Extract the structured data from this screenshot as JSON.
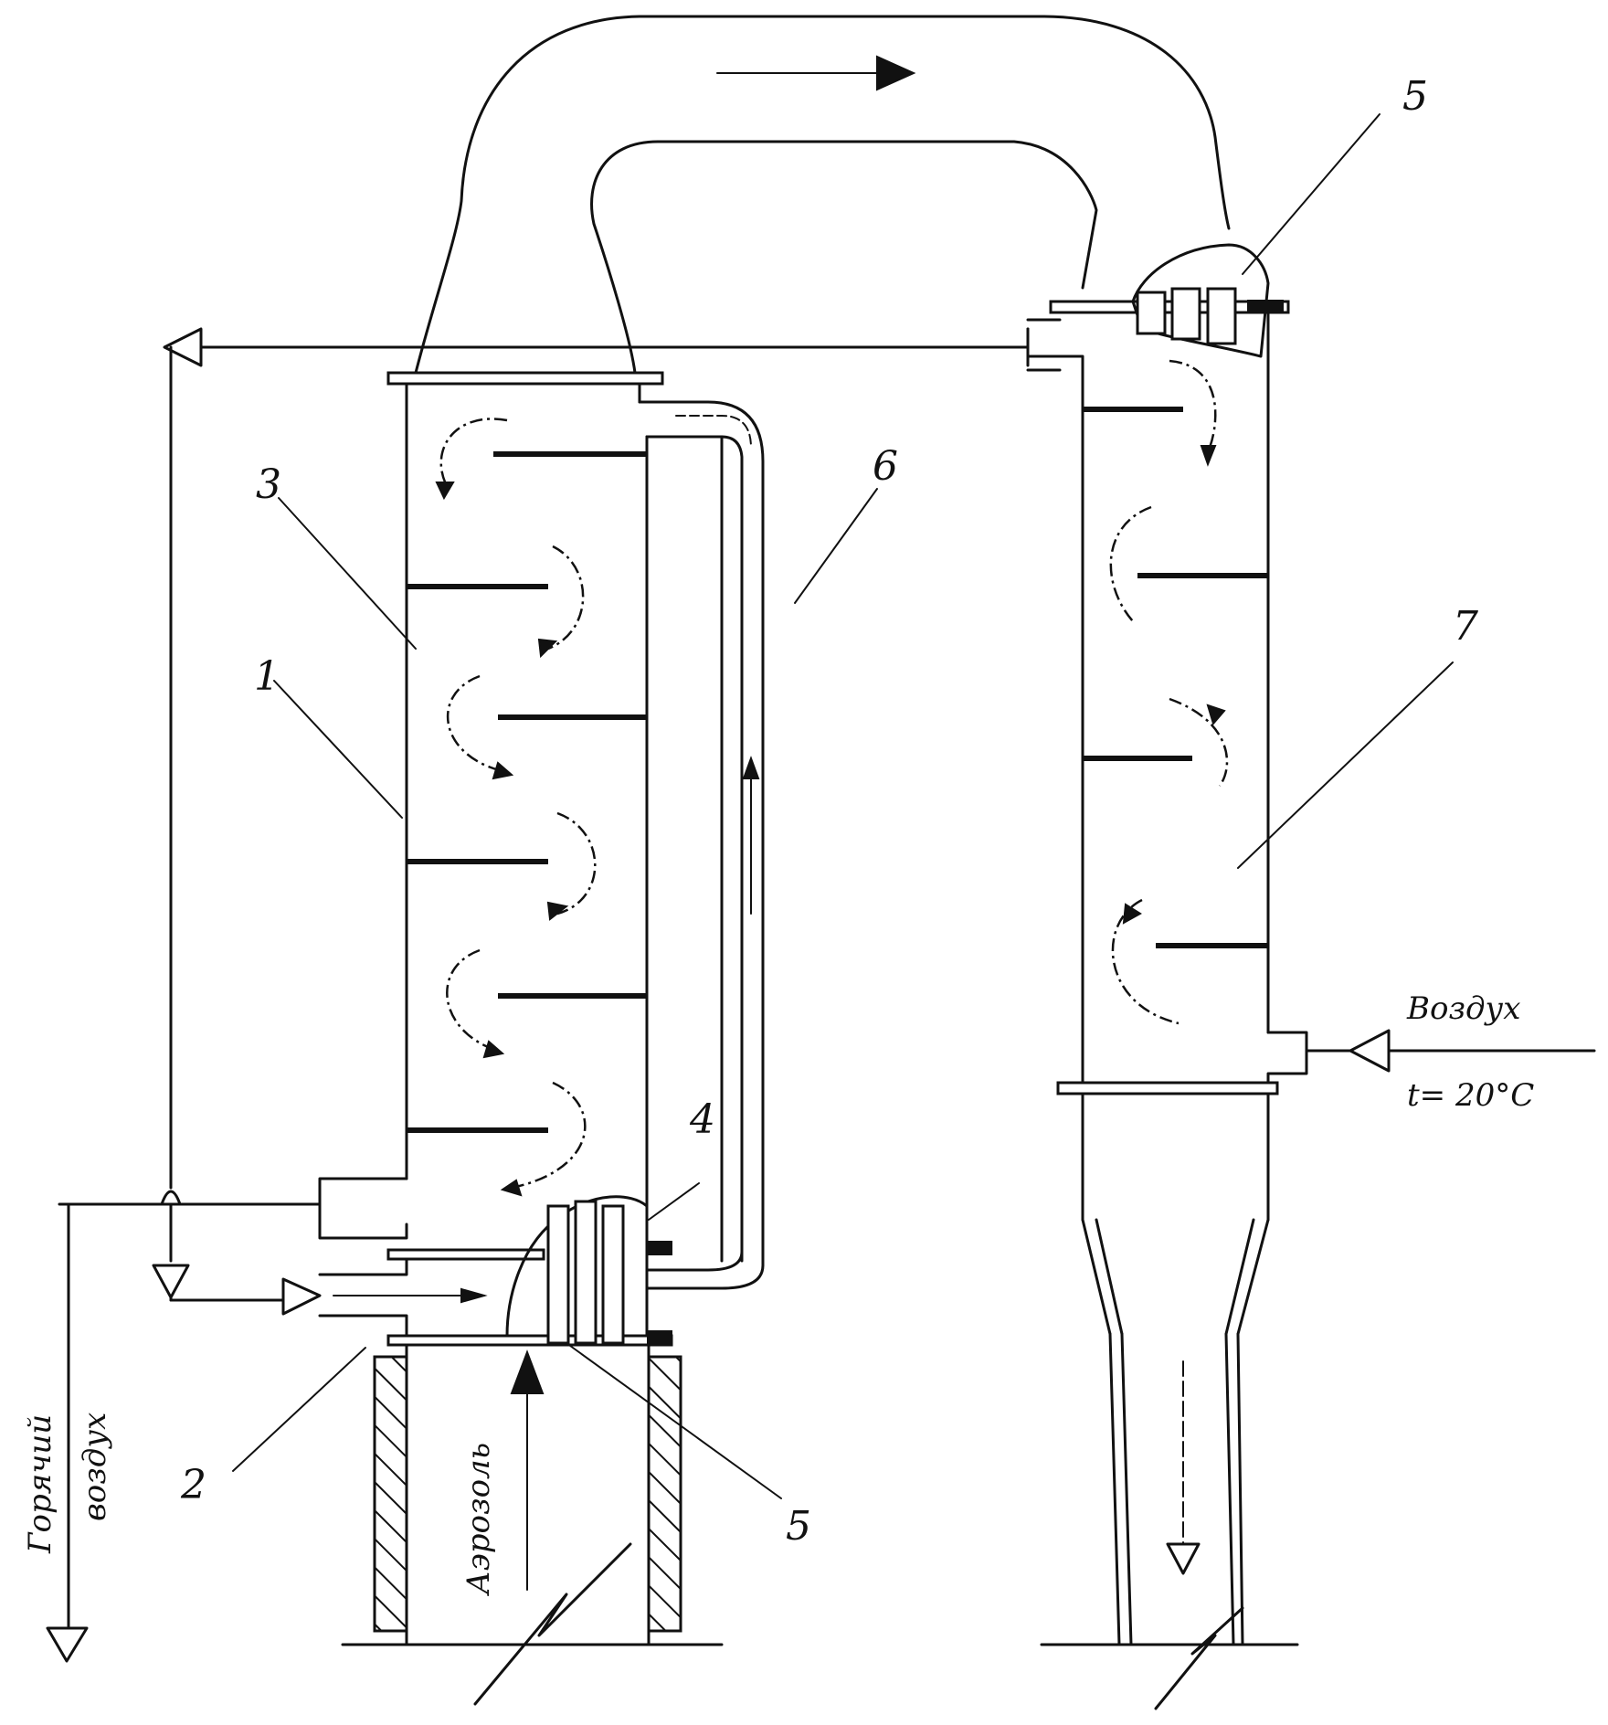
{
  "labels": {
    "n1": "1",
    "n2": "2",
    "n3": "3",
    "n4": "4",
    "n5_top": "5",
    "n5_bottom": "5",
    "n6": "6",
    "n7": "7"
  },
  "text": {
    "air_in": "Воздух",
    "air_temp": "t= 20°C",
    "hot_air_line1": "Горячий",
    "hot_air_line2": "воздух",
    "aerosol": "Аэрозоль"
  }
}
